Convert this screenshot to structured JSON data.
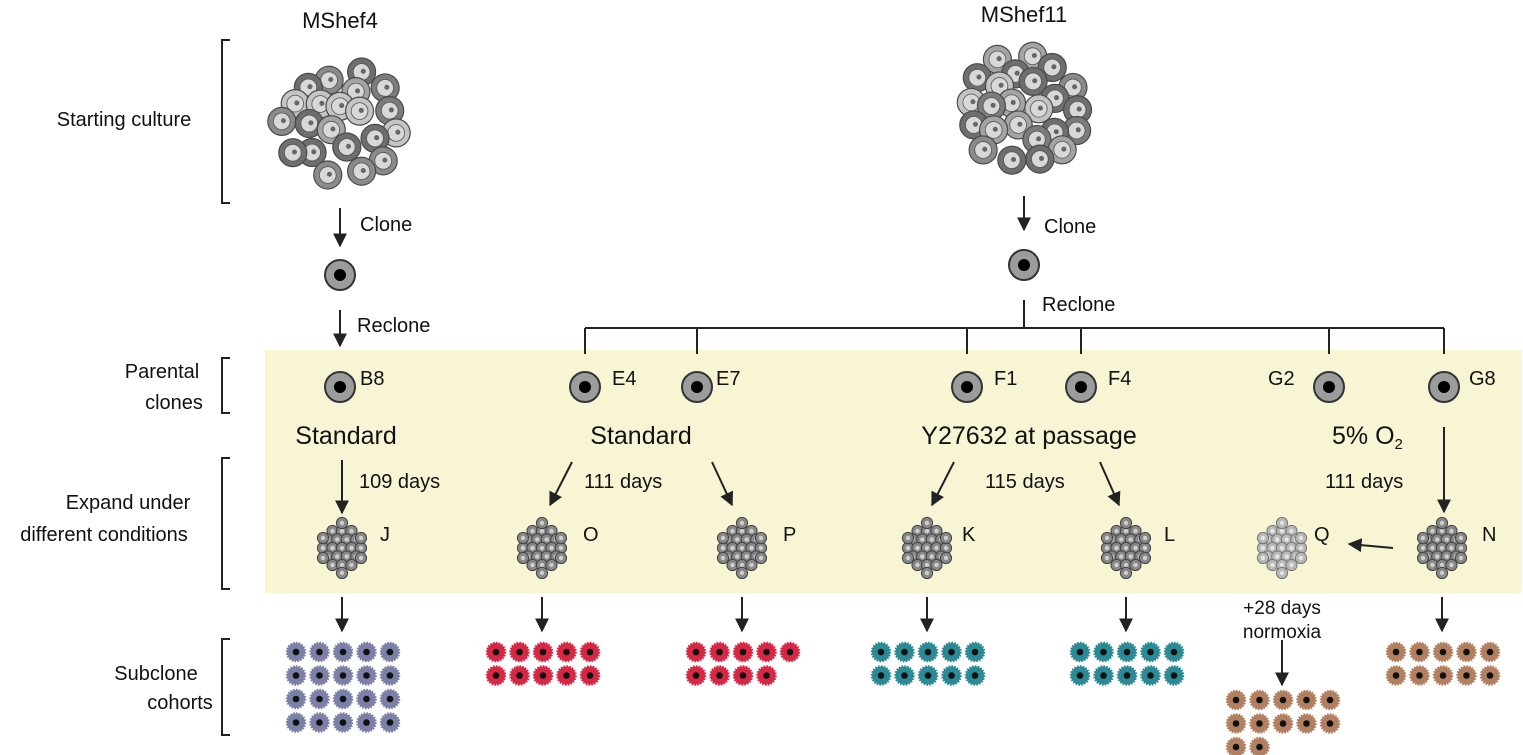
{
  "lines": {
    "left": "MShef4",
    "right": "MShef11"
  },
  "stages": {
    "starting": "Starting culture",
    "parental": [
      "Parental",
      "clones"
    ],
    "expand": [
      "Expand under",
      "different conditions"
    ],
    "subclone": [
      "Subclone",
      "cohorts"
    ]
  },
  "steps": {
    "clone": "Clone",
    "reclone": "Reclone"
  },
  "clones": [
    "B8",
    "E4",
    "E7",
    "F1",
    "F4",
    "G2",
    "G8"
  ],
  "conditions": {
    "standard_left": "Standard",
    "standard_mid": "Standard",
    "y27632": "Y27632 at passage",
    "oxygen_prefix": "5% O",
    "oxygen_sub": "2"
  },
  "durations": {
    "j": "109 days",
    "op": "111 days",
    "kl": "115 days",
    "n": "111 days"
  },
  "populations": [
    "J",
    "O",
    "P",
    "K",
    "L",
    "Q",
    "N"
  ],
  "normoxia": [
    "+28 days",
    "normoxia"
  ],
  "cohort_colors": {
    "J": "#7a80a6",
    "O": "#d62845",
    "P": "#d62845",
    "K": "#2b8a93",
    "L": "#2b8a93",
    "Q": "#b08060",
    "N": "#b08060"
  },
  "cohort_counts": {
    "J": 20,
    "O": 10,
    "P": 9,
    "K": 10,
    "L": 10,
    "Q": 12,
    "N": 10
  },
  "colors": {
    "band": "#f8f5d4",
    "line": "#333333",
    "clone_ring": "#9c9c9c"
  }
}
